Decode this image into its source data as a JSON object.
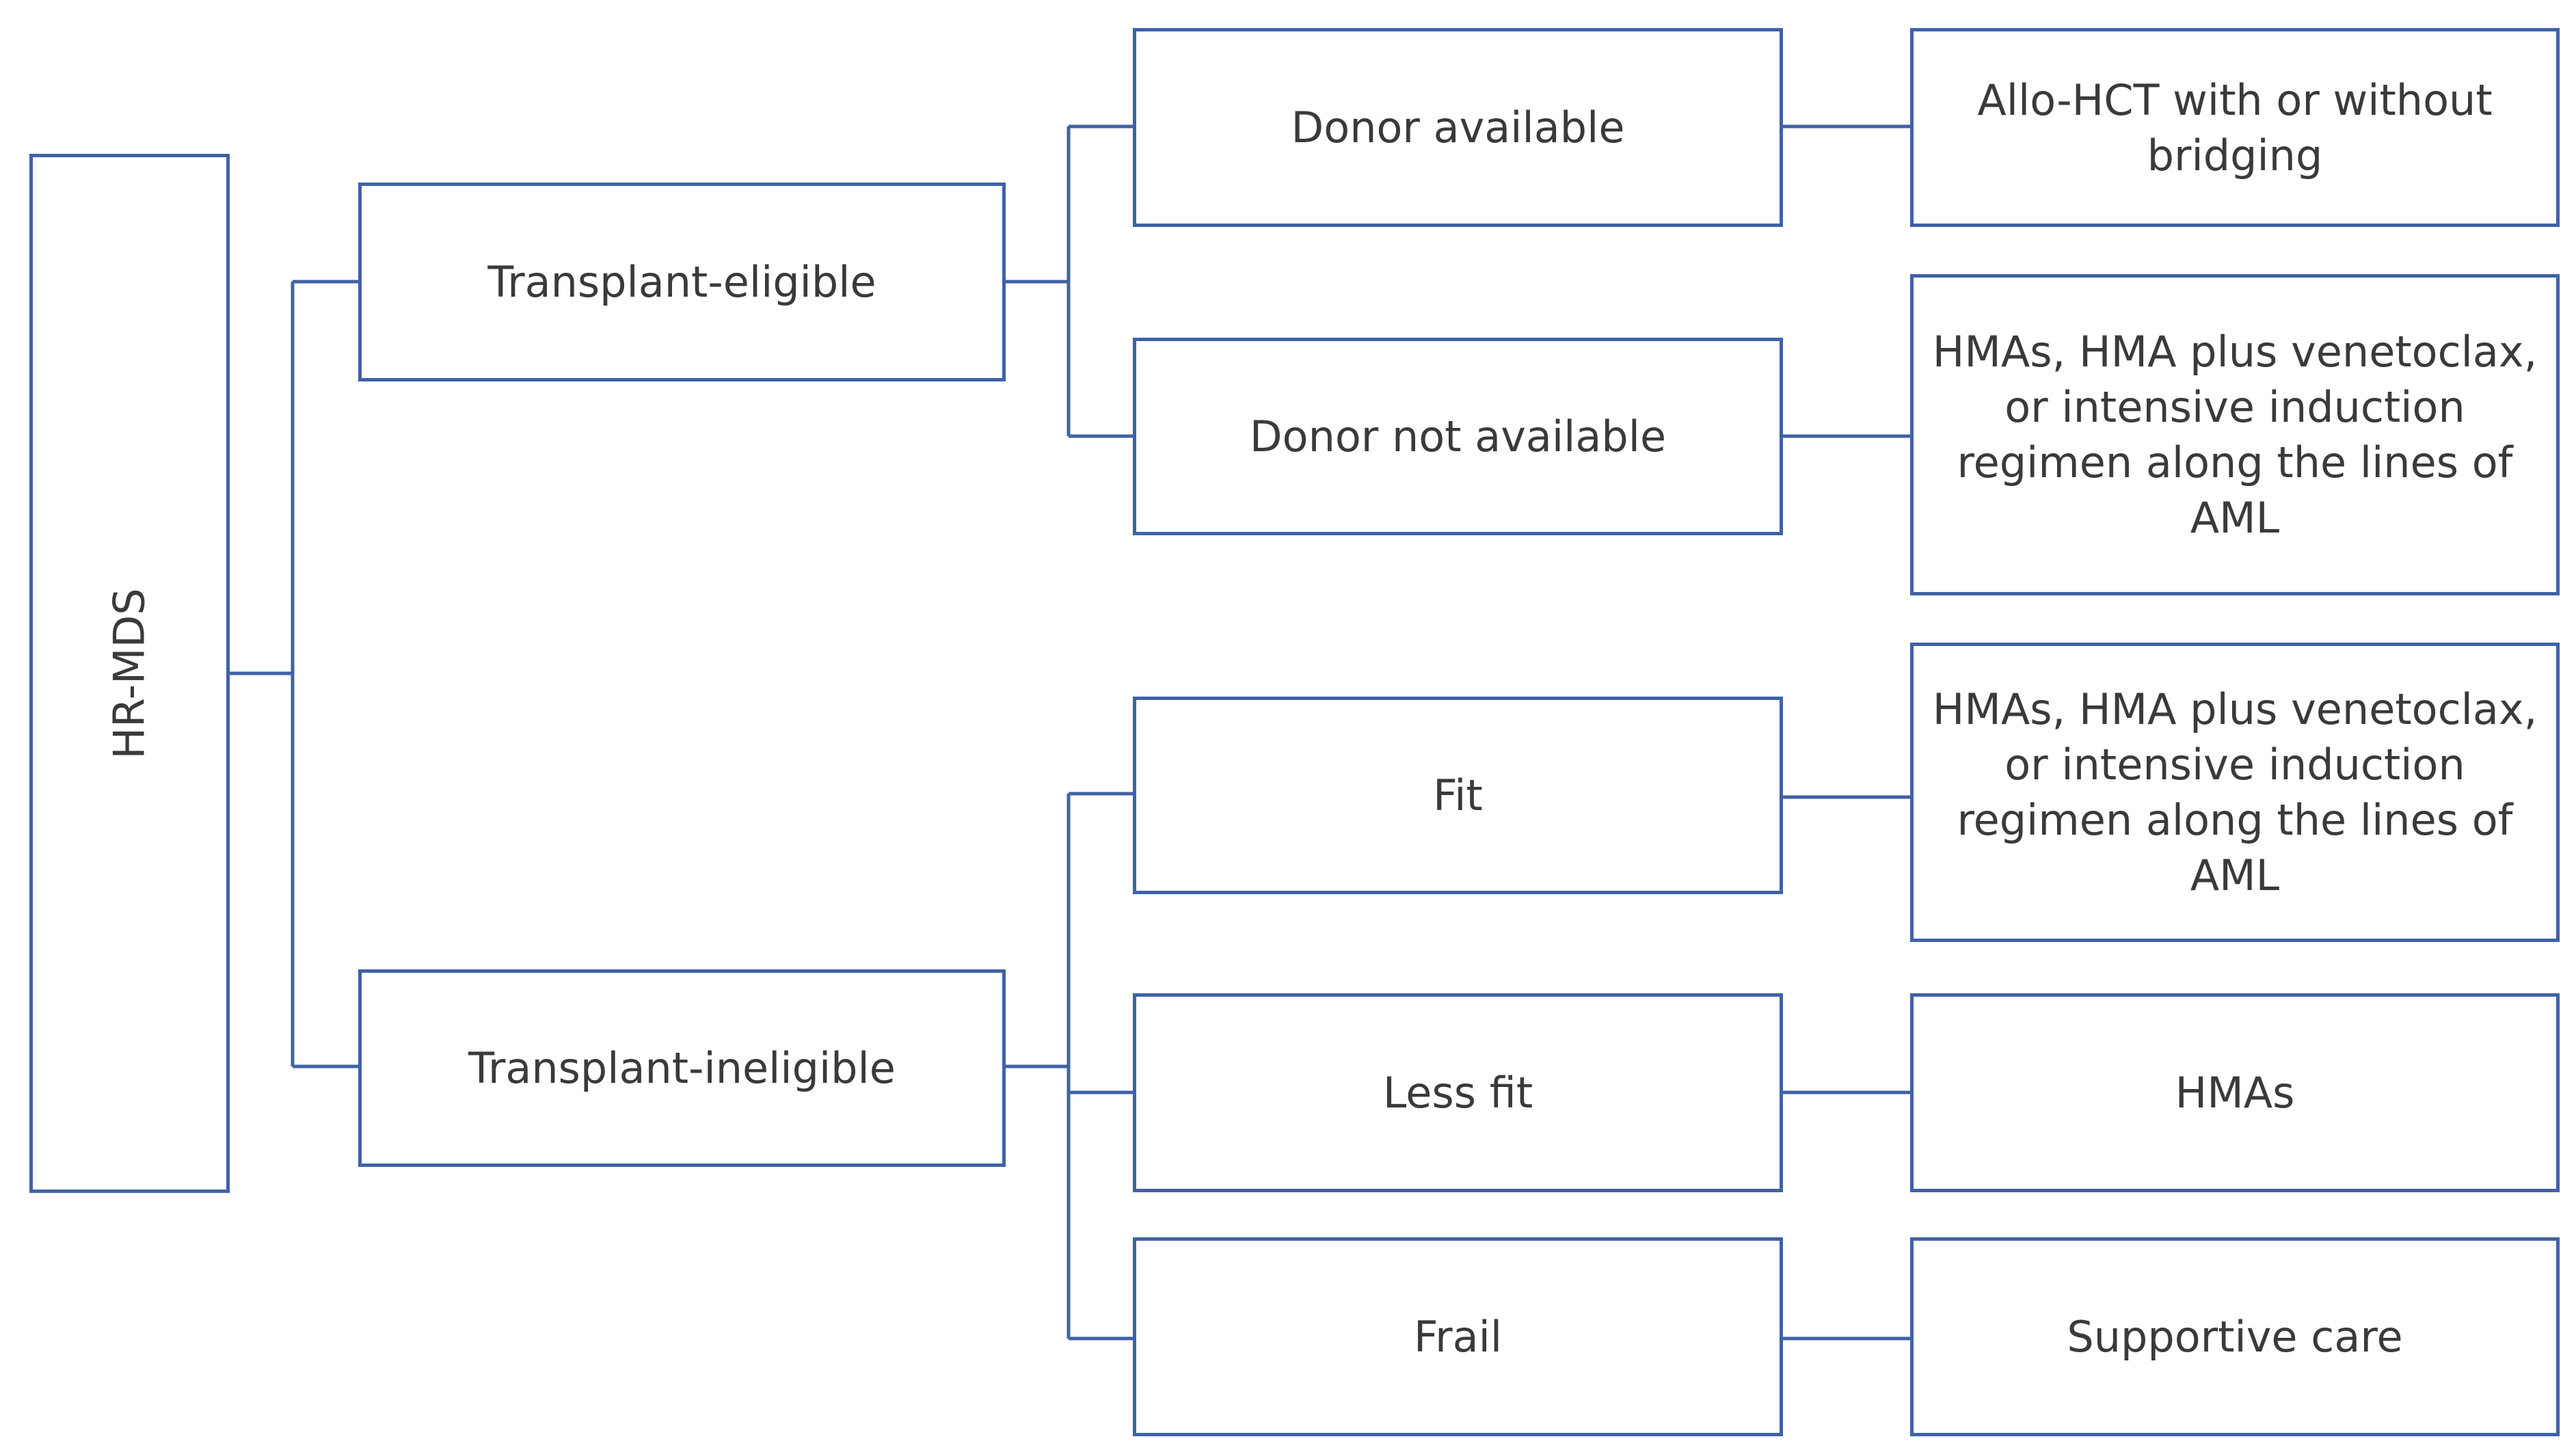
{
  "diagram": {
    "root": {
      "label": "HR-MDS"
    },
    "transplant_eligible": {
      "label": "Transplant-eligible",
      "donor_available": {
        "label": "Donor available",
        "treatment": "Allo-HCT with or without bridging"
      },
      "donor_not_available": {
        "label": "Donor not available",
        "treatment": "HMAs, HMA plus venetoclax, or intensive induction regimen along the lines of AML"
      }
    },
    "transplant_ineligible": {
      "label": "Transplant-ineligible",
      "fit": {
        "label": "Fit",
        "treatment": "HMAs, HMA plus venetoclax, or intensive induction regimen along the lines of AML"
      },
      "less_fit": {
        "label": "Less fit",
        "treatment": "HMAs"
      },
      "frail": {
        "label": "Frail",
        "treatment": "Supportive care"
      }
    },
    "colors": {
      "line": "#3f62a6",
      "text": "#3a3a3a",
      "background": "#ffffff"
    }
  }
}
